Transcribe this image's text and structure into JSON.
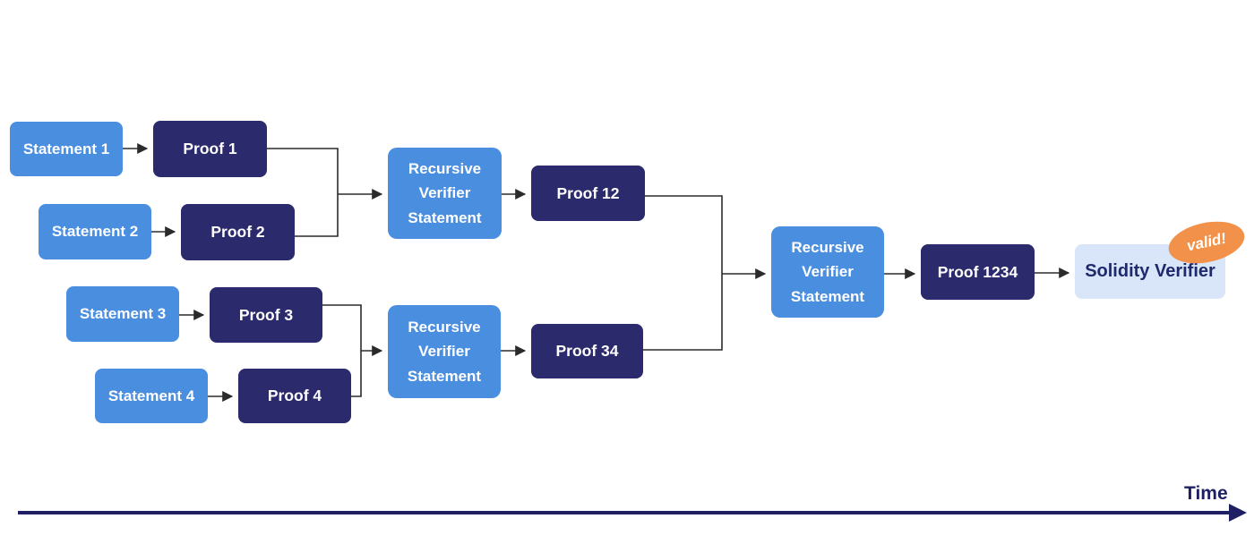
{
  "nodes": {
    "statement1": "Statement 1",
    "proof1": "Proof 1",
    "statement2": "Statement 2",
    "proof2": "Proof 2",
    "statement3": "Statement 3",
    "proof3": "Proof 3",
    "statement4": "Statement 4",
    "proof4": "Proof 4",
    "recursive_verifier_top": "Recursive Verifier Statement",
    "proof12": "Proof 12",
    "recursive_verifier_bottom": "Recursive Verifier Statement",
    "proof34": "Proof 34",
    "recursive_verifier_final": "Recursive Verifier Statement",
    "proof1234": "Proof 1234",
    "solidity_verifier": "Solidity Verifier"
  },
  "badge": {
    "label": "valid!"
  },
  "axis": {
    "label": "Time"
  },
  "colors": {
    "statement_fill": "#4a8ee0",
    "proof_fill": "#2b2a6d",
    "verifier_final_fill": "#d9e5f8",
    "verifier_final_text": "#1f2a6e",
    "badge_fill": "#f2924a",
    "connector": "#2b2b2b",
    "axis": "#1f1f63"
  }
}
